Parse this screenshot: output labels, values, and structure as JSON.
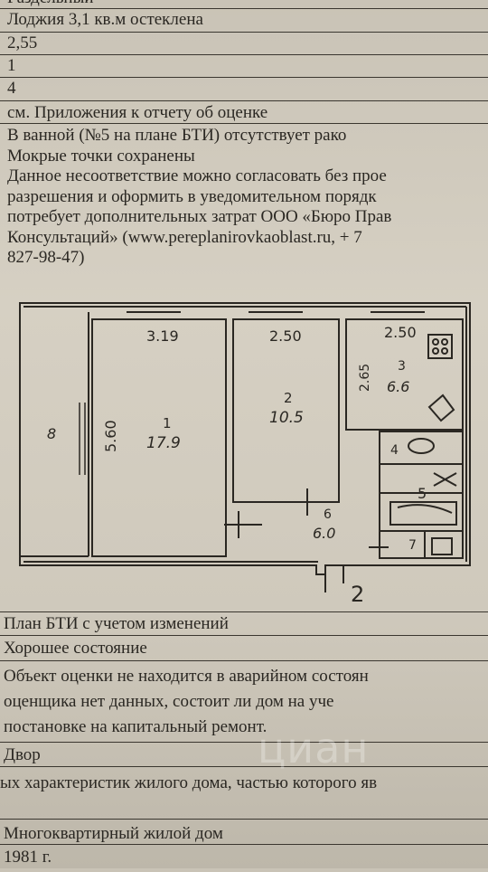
{
  "rows": {
    "top_cut": "Раздельный",
    "loggia": "Лоджия 3,1 кв.м остеклена",
    "ceiling": "2,55",
    "val1": "1",
    "val4": "4",
    "appendix": "см. Приложения к отчету об оценке"
  },
  "note_lines": [
    "В ванной (№5 на плане БТИ) отсутствует рако",
    "Мокрые точки сохранены",
    "Данное несоответствие можно согласовать без прое",
    "разрешения и оформить в уведомительном порядк",
    "потребует дополнительных затрат ООО «Бюро Прав",
    "Консультаций» (www.pereplanirovkaoblast.ru, + 7",
    "827-98-47)"
  ],
  "plan": {
    "rooms": [
      {
        "no": "1",
        "area": "17.9",
        "width": "3.19",
        "height": "5.60"
      },
      {
        "no": "2",
        "area": "10.5",
        "width": "2.50"
      },
      {
        "no": "3",
        "area": "6.6",
        "width": "2.50",
        "height": "2.65"
      },
      {
        "no": "4"
      },
      {
        "no": "5"
      },
      {
        "no": "6",
        "area": "6.0"
      },
      {
        "no": "7"
      },
      {
        "no": "8"
      }
    ],
    "entrance": "2"
  },
  "bottom": {
    "plan_caption": "План БТИ с учетом изменений",
    "condition": "Хорошее состояние",
    "emergency_lines": [
      "Объект оценки не находится в аварийном состоян",
      "оценщика нет данных, состоит ли дом на уче",
      "постановке на капитальный ремонт."
    ],
    "yard": "Двор",
    "characteristics": "ых характеристик жилого дома, частью которого яв",
    "house_type": "Многоквартирный жилой дом",
    "year": "1981 г."
  },
  "watermark": "циан"
}
